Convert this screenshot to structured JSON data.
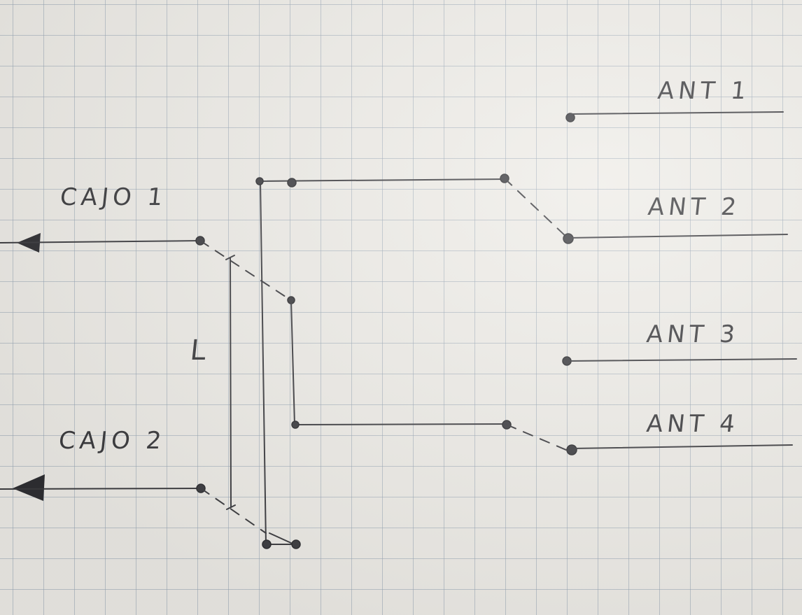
{
  "labels": {
    "cavo1": "CAJO 1",
    "cavo2": "CAJO 2",
    "ant1": "ANT 1",
    "ant2": "ANT 2",
    "ant3": "ANT 3",
    "ant4": "ANT 4",
    "mark_l": "L"
  },
  "colors": {
    "paper": "#eeece7",
    "grid": "#96a5b4",
    "ink": "#3b3b3f"
  }
}
